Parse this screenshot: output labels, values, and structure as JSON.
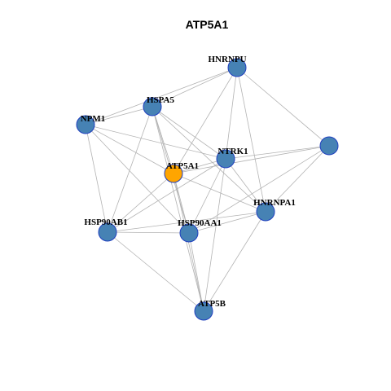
{
  "title": "ATP5A1",
  "colors": {
    "edge": "#b3b3b3",
    "node_default": "#4682b4",
    "node_focus": "#ffa500",
    "node_border": "#1f3fbf"
  },
  "network": {
    "nodes": [
      {
        "id": "HNRNPU",
        "label": "HNRNPU",
        "focus": false
      },
      {
        "id": "HSPA5",
        "label": "HSPA5",
        "focus": false
      },
      {
        "id": "NPM1",
        "label": "NPM1",
        "focus": false
      },
      {
        "id": "UNLABELED",
        "label": "",
        "focus": false
      },
      {
        "id": "NTRK1",
        "label": "NTRK1",
        "focus": false
      },
      {
        "id": "ATP5A1",
        "label": "ATP5A1",
        "focus": true
      },
      {
        "id": "HNRNPA1",
        "label": "HNRNPA1",
        "focus": false
      },
      {
        "id": "HSP90AB1",
        "label": "HSP90AB1",
        "focus": false
      },
      {
        "id": "HSP90AA1",
        "label": "HSP90AA1",
        "focus": false
      },
      {
        "id": "ATP5B",
        "label": "ATP5B",
        "focus": false
      }
    ],
    "edges": [
      [
        "HNRNPU",
        "HSPA5"
      ],
      [
        "HNRNPU",
        "NPM1"
      ],
      [
        "HNRNPU",
        "UNLABELED"
      ],
      [
        "HNRNPU",
        "NTRK1"
      ],
      [
        "HNRNPU",
        "ATP5A1"
      ],
      [
        "HNRNPU",
        "HNRNPA1"
      ],
      [
        "HSPA5",
        "NPM1"
      ],
      [
        "HSPA5",
        "ATP5A1"
      ],
      [
        "HSPA5",
        "NTRK1"
      ],
      [
        "HSPA5",
        "HSP90AB1"
      ],
      [
        "HSPA5",
        "HSP90AA1"
      ],
      [
        "HSPA5",
        "ATP5B"
      ],
      [
        "HSPA5",
        "HNRNPA1"
      ],
      [
        "NPM1",
        "ATP5A1"
      ],
      [
        "NPM1",
        "NTRK1"
      ],
      [
        "NPM1",
        "HSP90AB1"
      ],
      [
        "NPM1",
        "HSP90AA1"
      ],
      [
        "UNLABELED",
        "NTRK1"
      ],
      [
        "UNLABELED",
        "ATP5A1"
      ],
      [
        "UNLABELED",
        "HNRNPA1"
      ],
      [
        "UNLABELED",
        "HSP90AA1"
      ],
      [
        "NTRK1",
        "ATP5A1"
      ],
      [
        "NTRK1",
        "HNRNPA1"
      ],
      [
        "NTRK1",
        "HSP90AA1"
      ],
      [
        "NTRK1",
        "HSP90AB1"
      ],
      [
        "NTRK1",
        "ATP5B"
      ],
      [
        "ATP5A1",
        "HNRNPA1"
      ],
      [
        "ATP5A1",
        "HSP90AB1"
      ],
      [
        "ATP5A1",
        "HSP90AA1"
      ],
      [
        "ATP5A1",
        "ATP5B"
      ],
      [
        "HNRNPA1",
        "HSP90AA1"
      ],
      [
        "HNRNPA1",
        "HSP90AB1"
      ],
      [
        "HNRNPA1",
        "ATP5B"
      ],
      [
        "HSP90AB1",
        "HSP90AA1"
      ],
      [
        "HSP90AB1",
        "ATP5B"
      ],
      [
        "HSP90AA1",
        "ATP5B"
      ]
    ]
  }
}
